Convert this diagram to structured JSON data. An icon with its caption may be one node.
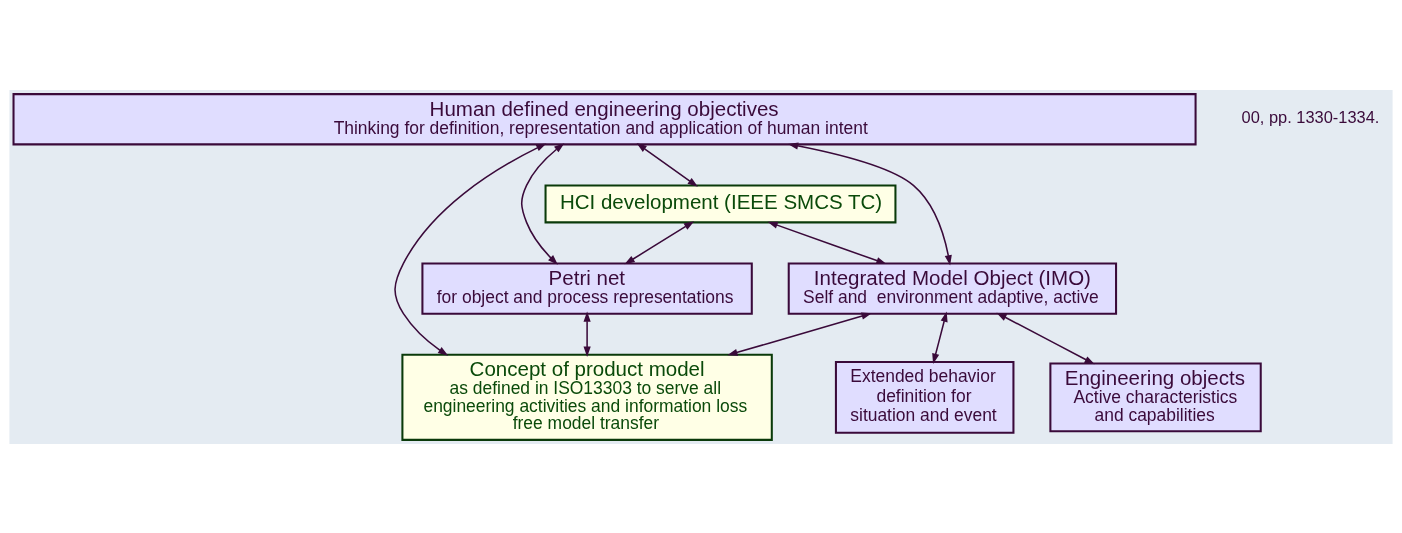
{
  "diagram": {
    "nodes": [
      {
        "text": [
          "Human defined engineering objectives",
          "Thinking for definition, representation and application of human intent"
        ]
      },
      {
        "text": [
          "HCI development (IEEE SMCS TC)"
        ]
      },
      {
        "text": [
          "Petri net",
          "for object and process representations"
        ]
      },
      {
        "text": [
          "Integrated Model Object (IMO)",
          "Self and  environment adaptive, active"
        ]
      },
      {
        "text": [
          "Concept of product model",
          "as defined in ISO13303 to serve all engineering activities and information loss free model transfer"
        ]
      },
      {
        "text": [
          "Extended behavior definition for situation and event"
        ]
      },
      {
        "text": [
          "Engineering objects",
          "Active characteristics and capabilities"
        ]
      }
    ],
    "edges": [
      {
        "from": 0,
        "to": 4,
        "arrow": "both"
      },
      {
        "from": 0,
        "to": 2,
        "arrow": "both"
      },
      {
        "from": 0,
        "to": 1,
        "arrow": "both"
      },
      {
        "from": 0,
        "to": 3,
        "arrow": "both"
      },
      {
        "from": 1,
        "to": 2,
        "arrow": "both"
      },
      {
        "from": 1,
        "to": 3,
        "arrow": "both"
      },
      {
        "from": 2,
        "to": 4,
        "arrow": "both"
      },
      {
        "from": 3,
        "to": 4,
        "arrow": "both"
      },
      {
        "from": 3,
        "to": 5,
        "arrow": "both"
      },
      {
        "from": 3,
        "to": 6,
        "arrow": "both"
      }
    ],
    "labels": [
      "00, pp. 1330-1334."
    ]
  }
}
